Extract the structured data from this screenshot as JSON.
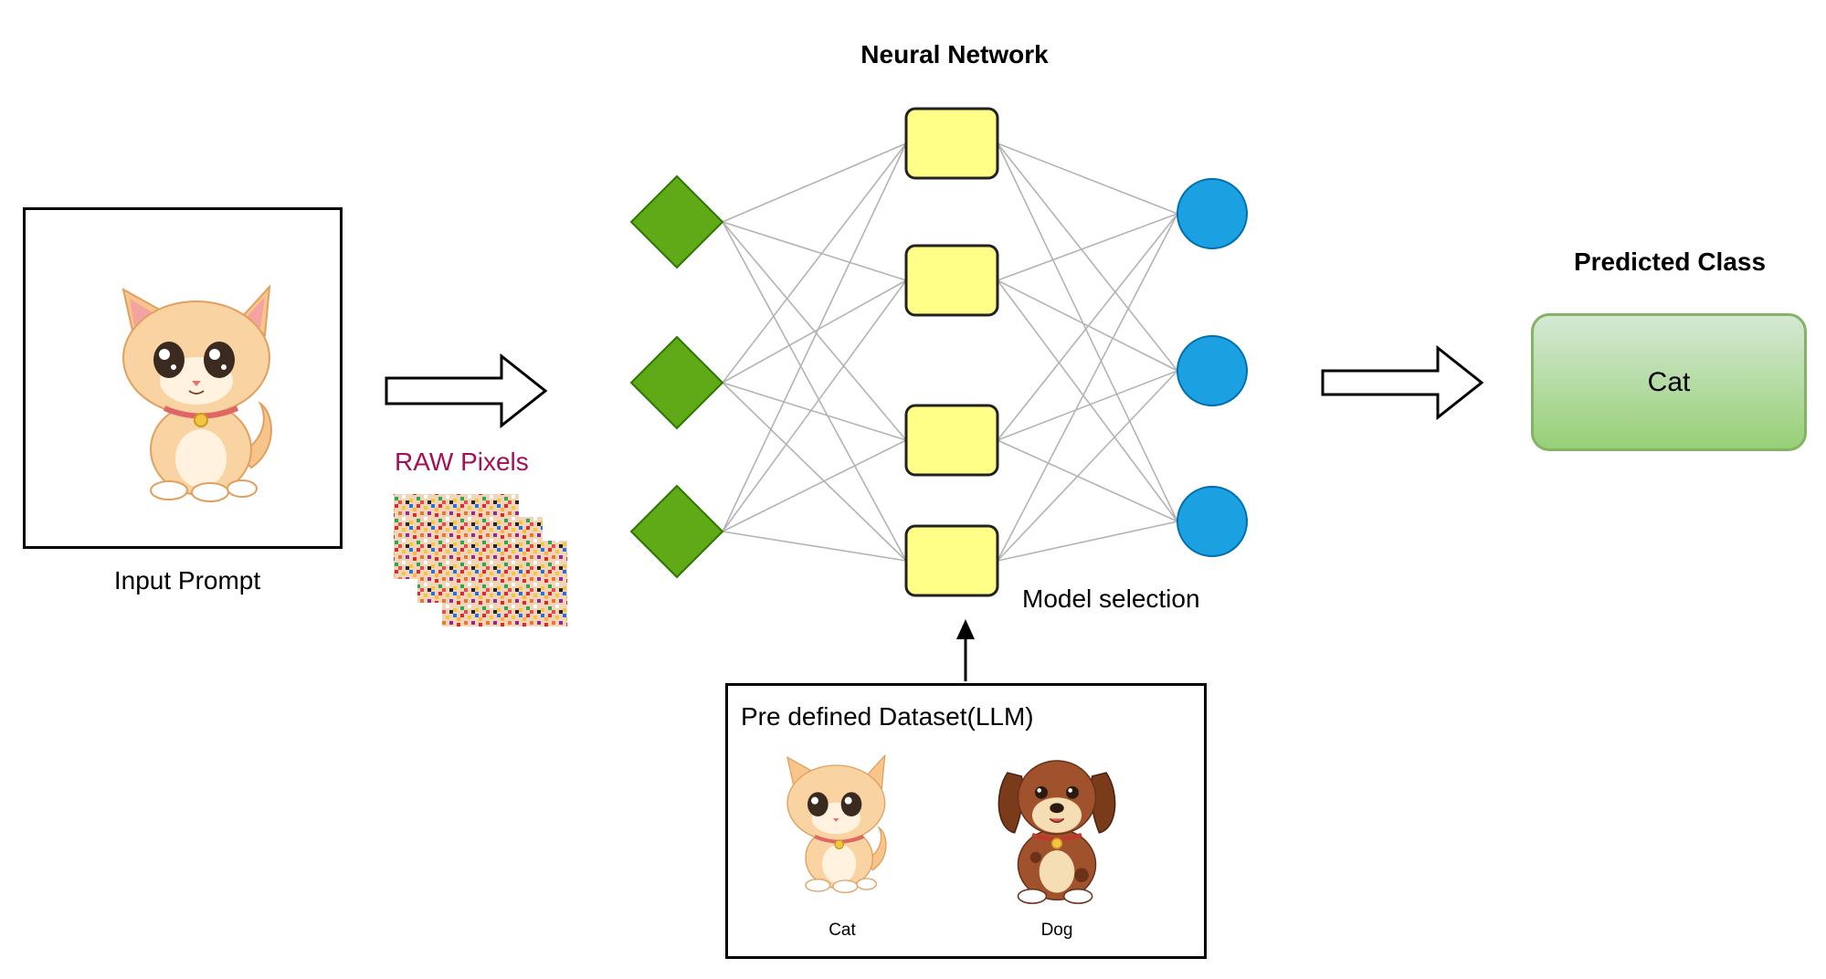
{
  "diagram": {
    "titles": {
      "neural_network": "Neural Network",
      "predicted_class": "Predicted Class"
    },
    "input": {
      "caption": "Input Prompt",
      "image": "cartoon-kitten"
    },
    "raw_pixels": {
      "label": "RAW Pixels",
      "image": "noise-pixel-stack"
    },
    "network": {
      "layers": [
        {
          "name": "input",
          "shape": "diamond",
          "count": 3,
          "color": "#60a917"
        },
        {
          "name": "hidden",
          "shape": "rounded-rect",
          "count": 4,
          "color": "#ffff88"
        },
        {
          "name": "output",
          "shape": "circle",
          "count": 3,
          "color": "#1ba1e2"
        }
      ],
      "caption": "Model selection"
    },
    "dataset": {
      "title": "Pre defined Dataset(LLM)",
      "items": [
        {
          "label": "Cat",
          "image": "cartoon-kitten"
        },
        {
          "label": "Dog",
          "image": "cartoon-puppy"
        }
      ]
    },
    "prediction": {
      "value": "Cat",
      "color": "#97d077"
    },
    "colors": {
      "raw_pixels_label": "#a50f54",
      "edge": "#b3b3b3"
    }
  }
}
